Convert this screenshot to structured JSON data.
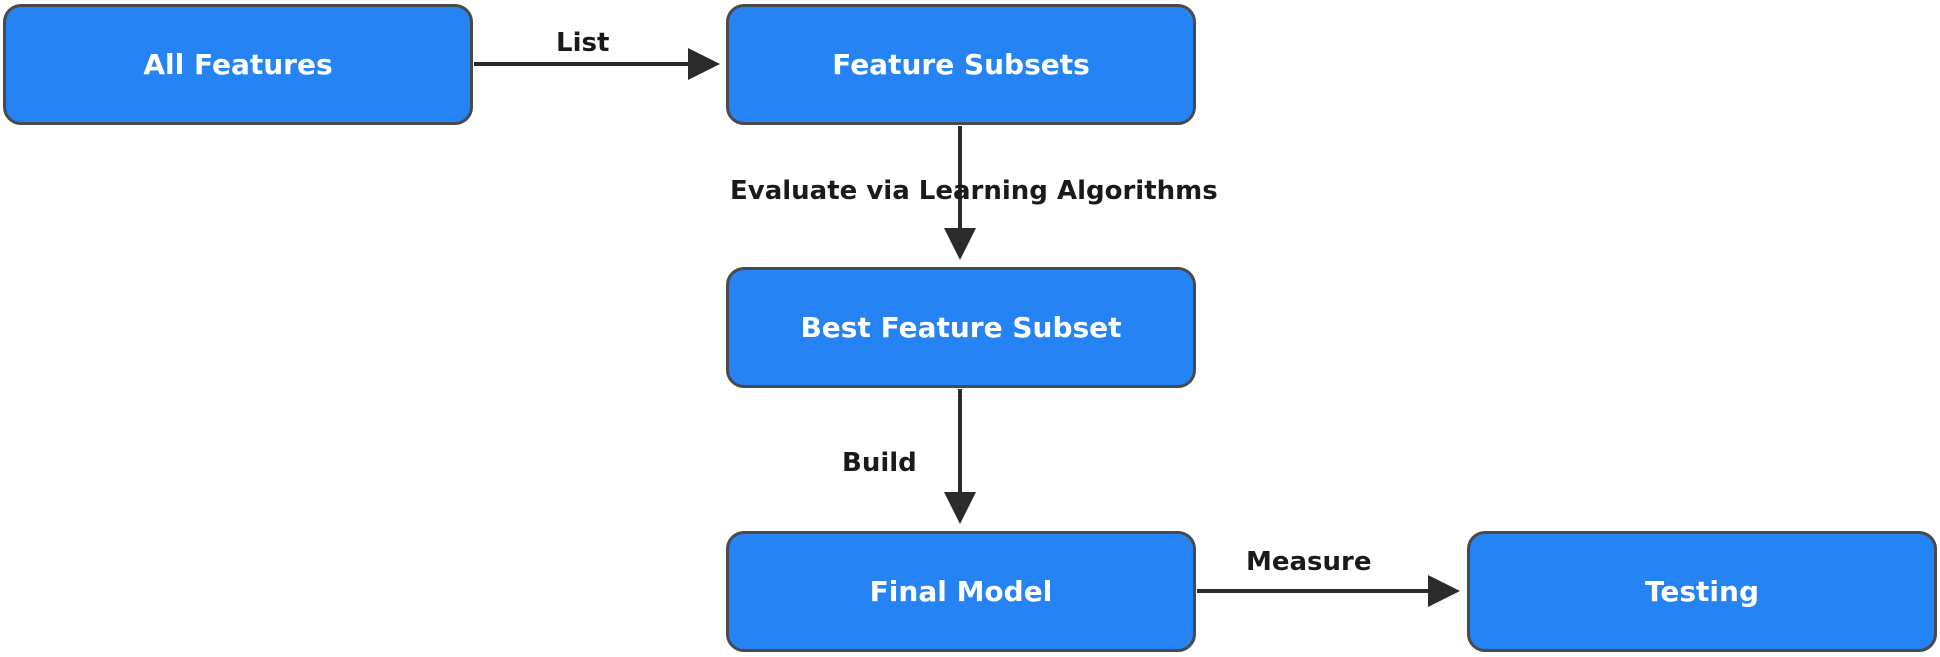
{
  "nodes": {
    "all_features": "All Features",
    "feature_subsets": "Feature Subsets",
    "best_feature_subset": "Best Feature Subset",
    "final_model": "Final Model",
    "testing": "Testing"
  },
  "edges": {
    "list": "List",
    "evaluate": "Evaluate via Learning Algorithms",
    "build": "Build",
    "measure": "Measure"
  },
  "colors": {
    "node_fill": "#2583f4",
    "node_border": "#4a4a4a",
    "arrow": "#2b2b2b",
    "label_text": "#1a1a1a"
  }
}
